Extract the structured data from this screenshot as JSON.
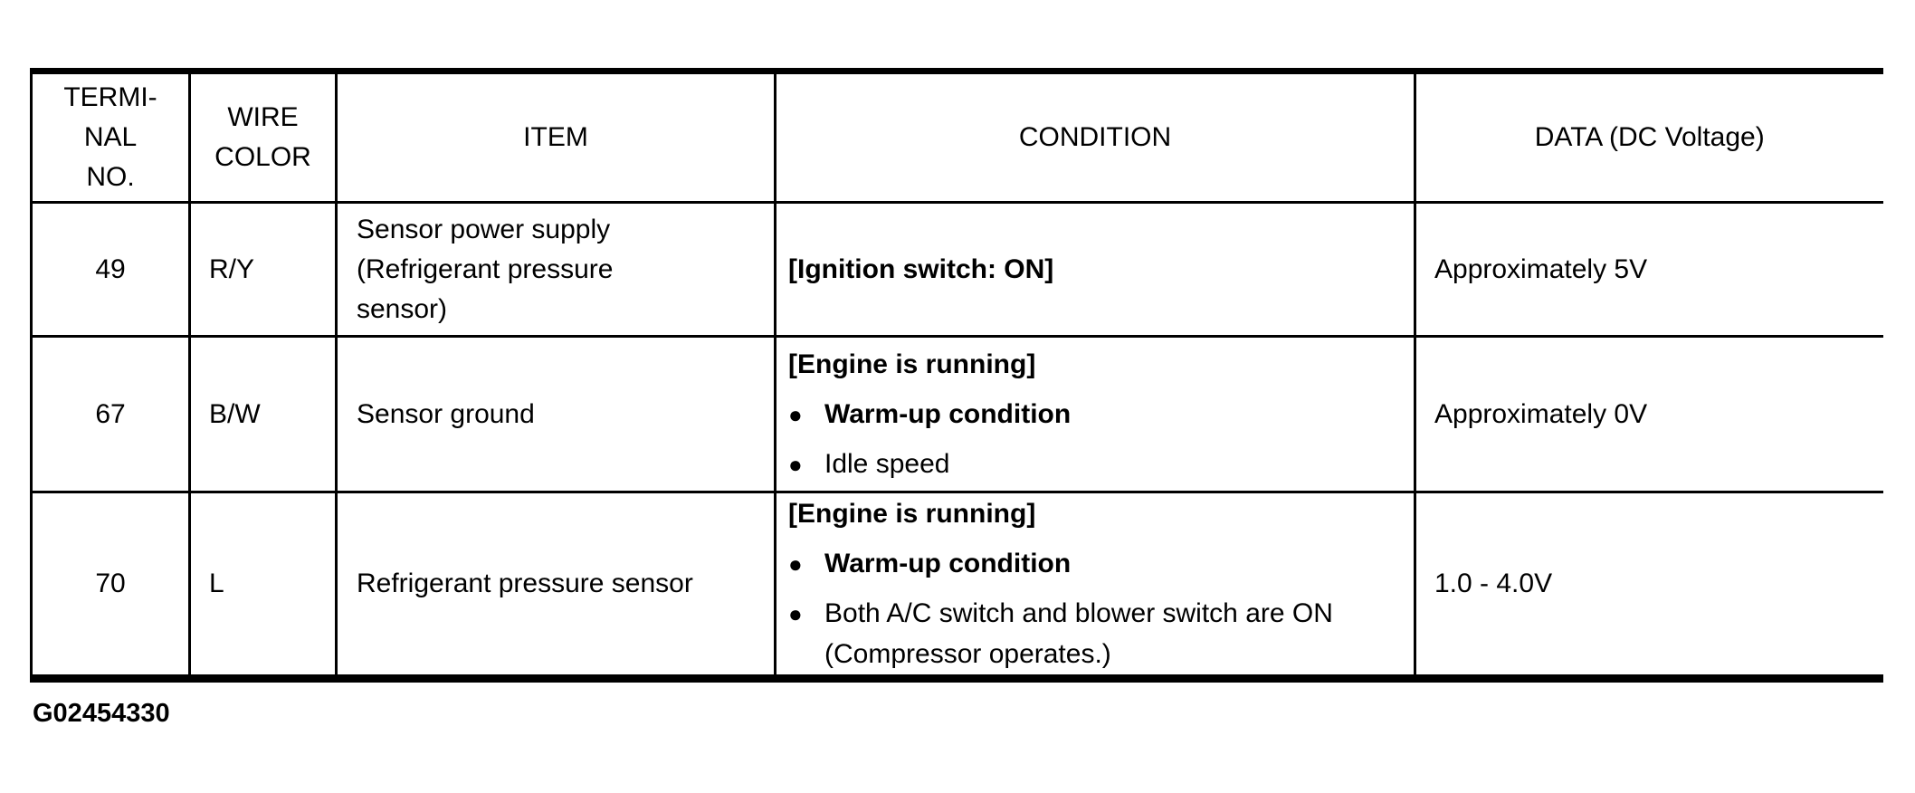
{
  "document": {
    "figure_id": "G02454330"
  },
  "icons": {
    "bullet": "●"
  },
  "colors": {
    "text": "#000000",
    "border": "#000000",
    "background": "#ffffff"
  },
  "table": {
    "headers": [
      {
        "name": "terminal-no",
        "lines": [
          "TERMI-",
          "NAL",
          "NO."
        ]
      },
      {
        "name": "wire-color",
        "lines": [
          "WIRE",
          "COLOR"
        ]
      },
      {
        "name": "item",
        "lines": [
          "ITEM"
        ]
      },
      {
        "name": "condition",
        "lines": [
          "CONDITION"
        ]
      },
      {
        "name": "data-dc-voltage",
        "lines": [
          "DATA (DC Voltage)"
        ]
      }
    ],
    "rows": [
      {
        "terminal_no": "49",
        "wire_color": "R/Y",
        "item_lines": [
          "Sensor power supply",
          "(Refrigerant pressure",
          "sensor)"
        ],
        "condition_lines": [
          {
            "text": "[Ignition switch: ON]",
            "bold": true,
            "bullet": false,
            "indent": false
          }
        ],
        "data": "Approximately 5V"
      },
      {
        "terminal_no": "67",
        "wire_color": "B/W",
        "item_lines": [
          "Sensor ground"
        ],
        "condition_lines": [
          {
            "text": "[Engine is running]",
            "bold": true,
            "bullet": false,
            "indent": false
          },
          {
            "text": "Warm-up condition",
            "bold": true,
            "bullet": true,
            "indent": false
          },
          {
            "text": "Idle speed",
            "bold": false,
            "bullet": true,
            "indent": false
          }
        ],
        "data": "Approximately 0V"
      },
      {
        "terminal_no": "70",
        "wire_color": "L",
        "item_lines": [
          "Refrigerant pressure sensor"
        ],
        "condition_lines": [
          {
            "text": "[Engine is running]",
            "bold": true,
            "bullet": false,
            "indent": false
          },
          {
            "text": "Warm-up condition",
            "bold": true,
            "bullet": true,
            "indent": false
          },
          {
            "text": "Both A/C switch and blower switch are ON",
            "bold": false,
            "bullet": true,
            "indent": false
          },
          {
            "text": "(Compressor operates.)",
            "bold": false,
            "bullet": false,
            "indent": true
          }
        ],
        "data": "1.0 - 4.0V"
      }
    ]
  }
}
